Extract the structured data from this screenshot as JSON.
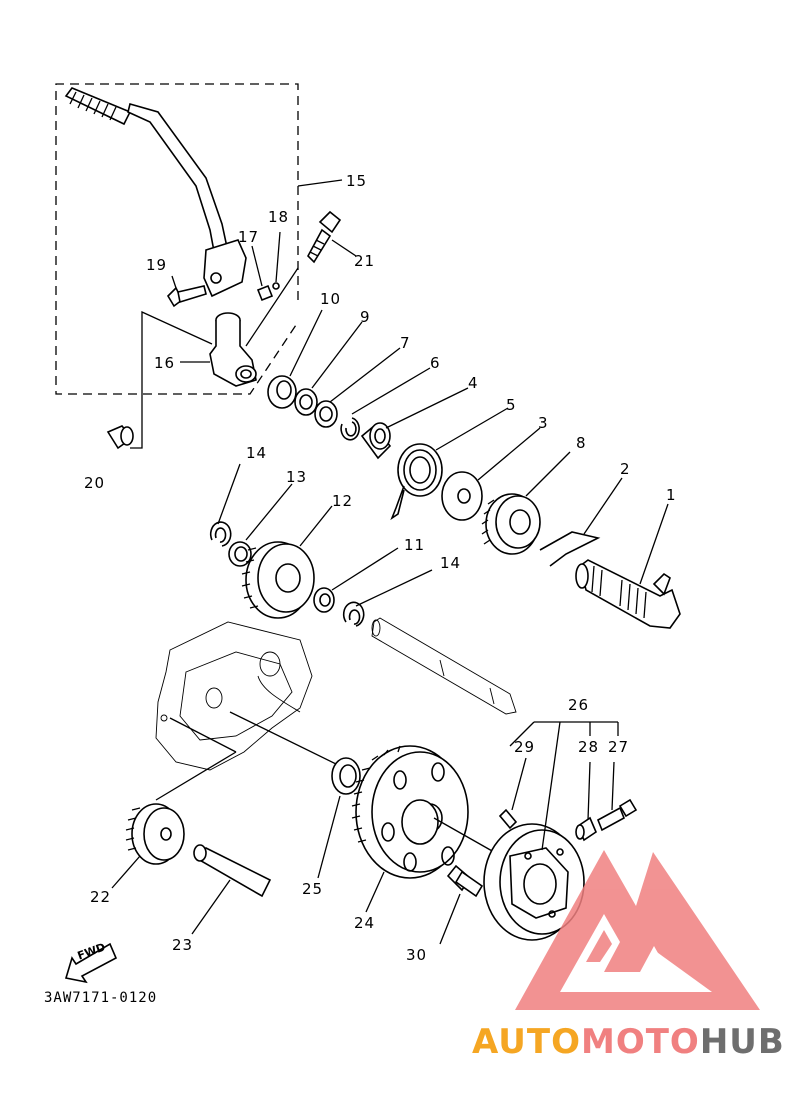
{
  "drawing_code": "3AW7171-0120",
  "fwd_label": "FWD",
  "watermark": {
    "part1": "AUTO",
    "part2": "MOTO",
    "part3": "HUB",
    "color_primary": "#F5A623",
    "color_secondary": "#F08080",
    "color_dark": "#6E6E6E"
  },
  "callouts": {
    "n1": "1",
    "n2": "2",
    "n3": "3",
    "n4": "4",
    "n5": "5",
    "n6": "6",
    "n7": "7",
    "n8": "8",
    "n9": "9",
    "n10": "10",
    "n11": "11",
    "n12": "12",
    "n13": "13",
    "n14a": "14",
    "n14b": "14",
    "n15": "15",
    "n16": "16",
    "n17": "17",
    "n18": "18",
    "n19": "19",
    "n20": "20",
    "n21": "21",
    "n22": "22",
    "n23": "23",
    "n24": "24",
    "n25": "25",
    "n26": "26",
    "n27": "27",
    "n28": "28",
    "n29": "29",
    "n30": "30"
  }
}
